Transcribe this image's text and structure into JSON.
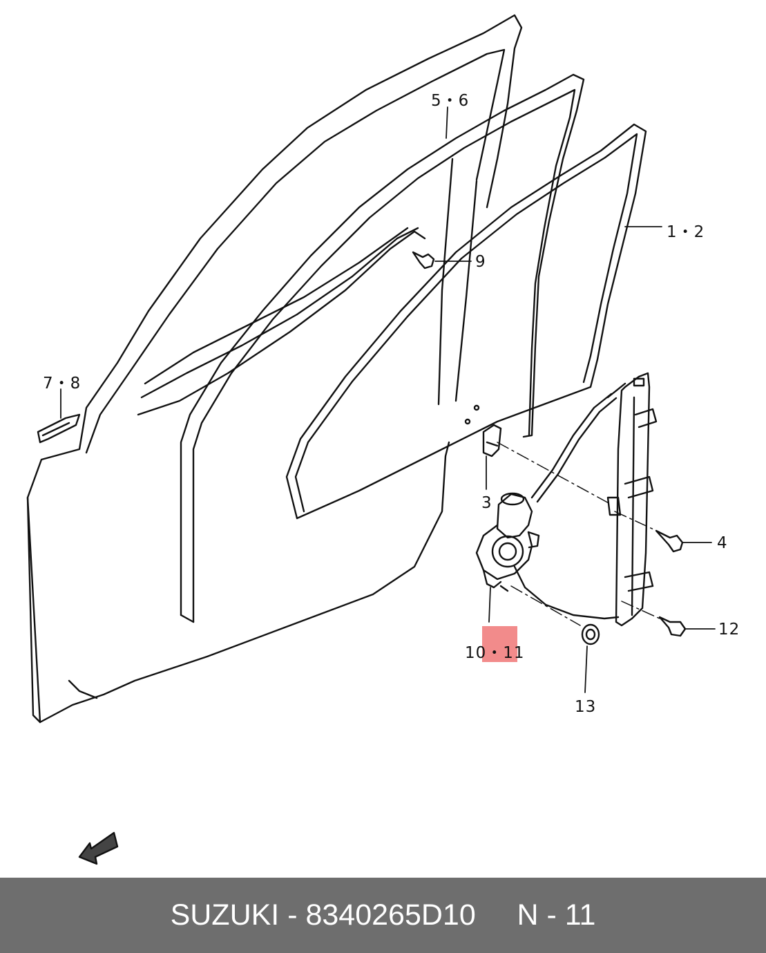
{
  "colors": {
    "background": "#ffffff",
    "line": "#111111",
    "highlight": "#f28b8b",
    "footer_bg": "#6e6e6e",
    "footer_text": "#ffffff"
  },
  "callouts": {
    "c56": "5・6",
    "c12": "1・2",
    "c9": "9",
    "c78": "7・8",
    "c3": "3",
    "c4": "4",
    "c12b": "12",
    "c1011": "10・11",
    "c13": "13"
  },
  "highlighted_part": "11",
  "footer": {
    "text": "SUZUKI - 8340265D10     N - 11"
  }
}
